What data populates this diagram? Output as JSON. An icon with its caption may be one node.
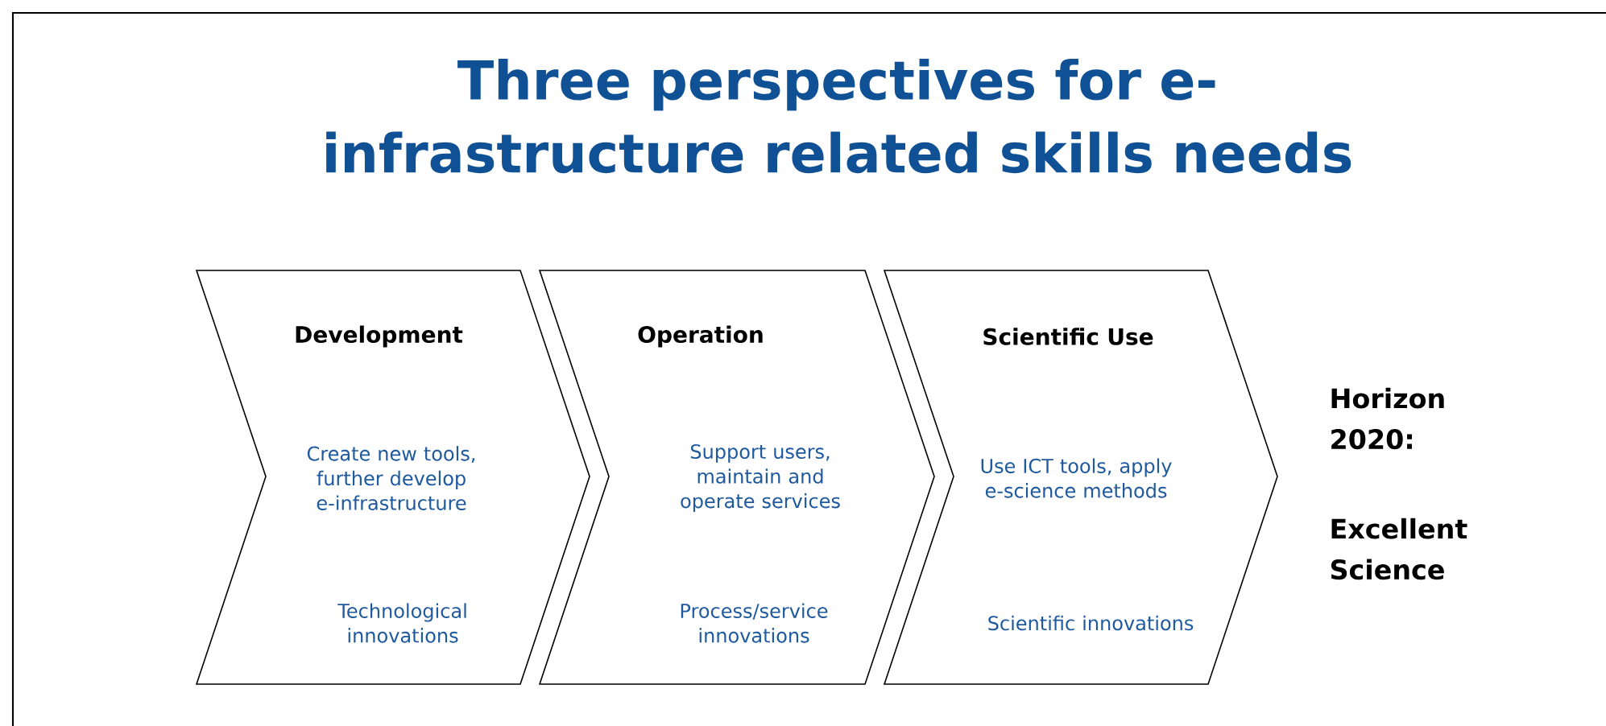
{
  "diagram": {
    "title": "Three perspectives for e-infrastructure related skills needs",
    "nodes": [
      {
        "text": [
          "Development",
          "Create new tools, further develop e-infrastructure",
          "Technological innovations"
        ]
      },
      {
        "text": [
          "Operation",
          "Support users, maintain and operate services",
          "Process/service innovations"
        ]
      },
      {
        "text": [
          "Scientific Use",
          "Use ICT tools, apply e-science methods",
          "Scientific innovations"
        ]
      }
    ],
    "labels": [
      "Horizon 2020:",
      "Excellent Science"
    ]
  }
}
